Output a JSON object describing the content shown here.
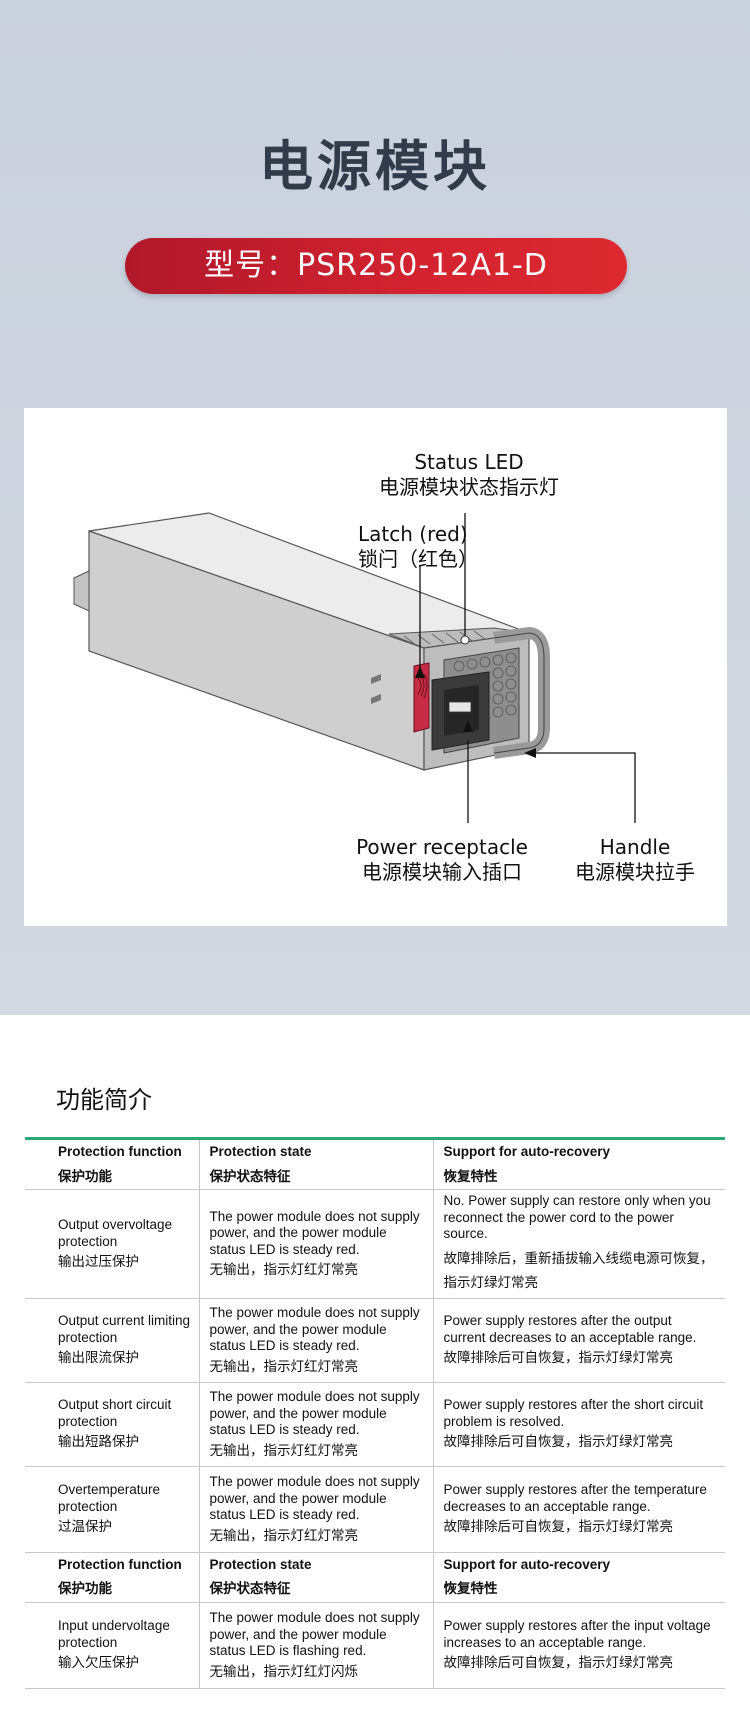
{
  "hero": {
    "title": "电源模块",
    "model": "型号：PSR250-12A1-D"
  },
  "diagram": {
    "status_led": {
      "en": "Status LED",
      "zh": "电源模块状态指示灯"
    },
    "latch": {
      "en": "Latch (red)",
      "zh": "锁闩（红色）"
    },
    "power_receptacle": {
      "en": "Power receptacle",
      "zh": "电源模块输入插口"
    },
    "handle": {
      "en": "Handle",
      "zh": "电源模块拉手"
    },
    "colors": {
      "latch": "#c62c43",
      "body": "#d2d2d2",
      "frame": "#444444"
    }
  },
  "features": {
    "title": "功能简介",
    "accent_color": "#2fa877",
    "header": {
      "col1": {
        "en": "Protection function",
        "zh": "保护功能"
      },
      "col2": {
        "en": "Protection state",
        "zh": "保护状态特征"
      },
      "col3": {
        "en": "Support for auto-recovery",
        "zh": "恢复特性"
      }
    },
    "rows": [
      {
        "function": {
          "en": "Output overvoltage protection",
          "zh": "输出过压保护"
        },
        "state": {
          "en": "The power module does not supply power, and the power module status LED is steady red.",
          "zh": "无输出，指示灯红灯常亮"
        },
        "recovery": {
          "en": "No. Power supply can restore only when you reconnect the power cord to the power source.",
          "zh": "故障排除后，重新插拔输入线缆电源可恢复，指示灯绿灯常亮"
        }
      },
      {
        "function": {
          "en": "Output current limiting protection",
          "zh": "输出限流保护"
        },
        "state": {
          "en": "The power module does not supply power, and the power module status LED is steady red.",
          "zh": "无输出，指示灯红灯常亮"
        },
        "recovery": {
          "en": "Power supply restores after the output current decreases to an acceptable range.",
          "zh": "故障排除后可自恢复，指示灯绿灯常亮"
        }
      },
      {
        "function": {
          "en": "Output short circuit protection",
          "zh": "输出短路保护"
        },
        "state": {
          "en": "The power module does not supply power, and the power module status LED is steady red.",
          "zh": "无输出，指示灯红灯常亮"
        },
        "recovery": {
          "en": "Power supply restores after the short circuit problem is resolved.",
          "zh": "故障排除后可自恢复，指示灯绿灯常亮"
        }
      },
      {
        "function": {
          "en": "Overtemperature protection",
          "zh": "过温保护"
        },
        "state": {
          "en": "The power module does not supply power, and the power module status LED is steady red.",
          "zh": "无输出，指示灯红灯常亮"
        },
        "recovery": {
          "en": "Power supply restores after the temperature decreases to an acceptable range.",
          "zh": "故障排除后可自恢复，指示灯绿灯常亮"
        }
      }
    ],
    "rows2": [
      {
        "function": {
          "en": "Input undervoltage protection",
          "zh": "输入欠压保护"
        },
        "state": {
          "en": "The power module does not supply power, and the power module status LED is flashing red.",
          "zh": "无输出，指示灯红灯闪烁"
        },
        "recovery": {
          "en": "Power supply restores after the input voltage increases to an acceptable range.",
          "zh": "故障排除后可自恢复，指示灯绿灯常亮"
        }
      }
    ]
  }
}
